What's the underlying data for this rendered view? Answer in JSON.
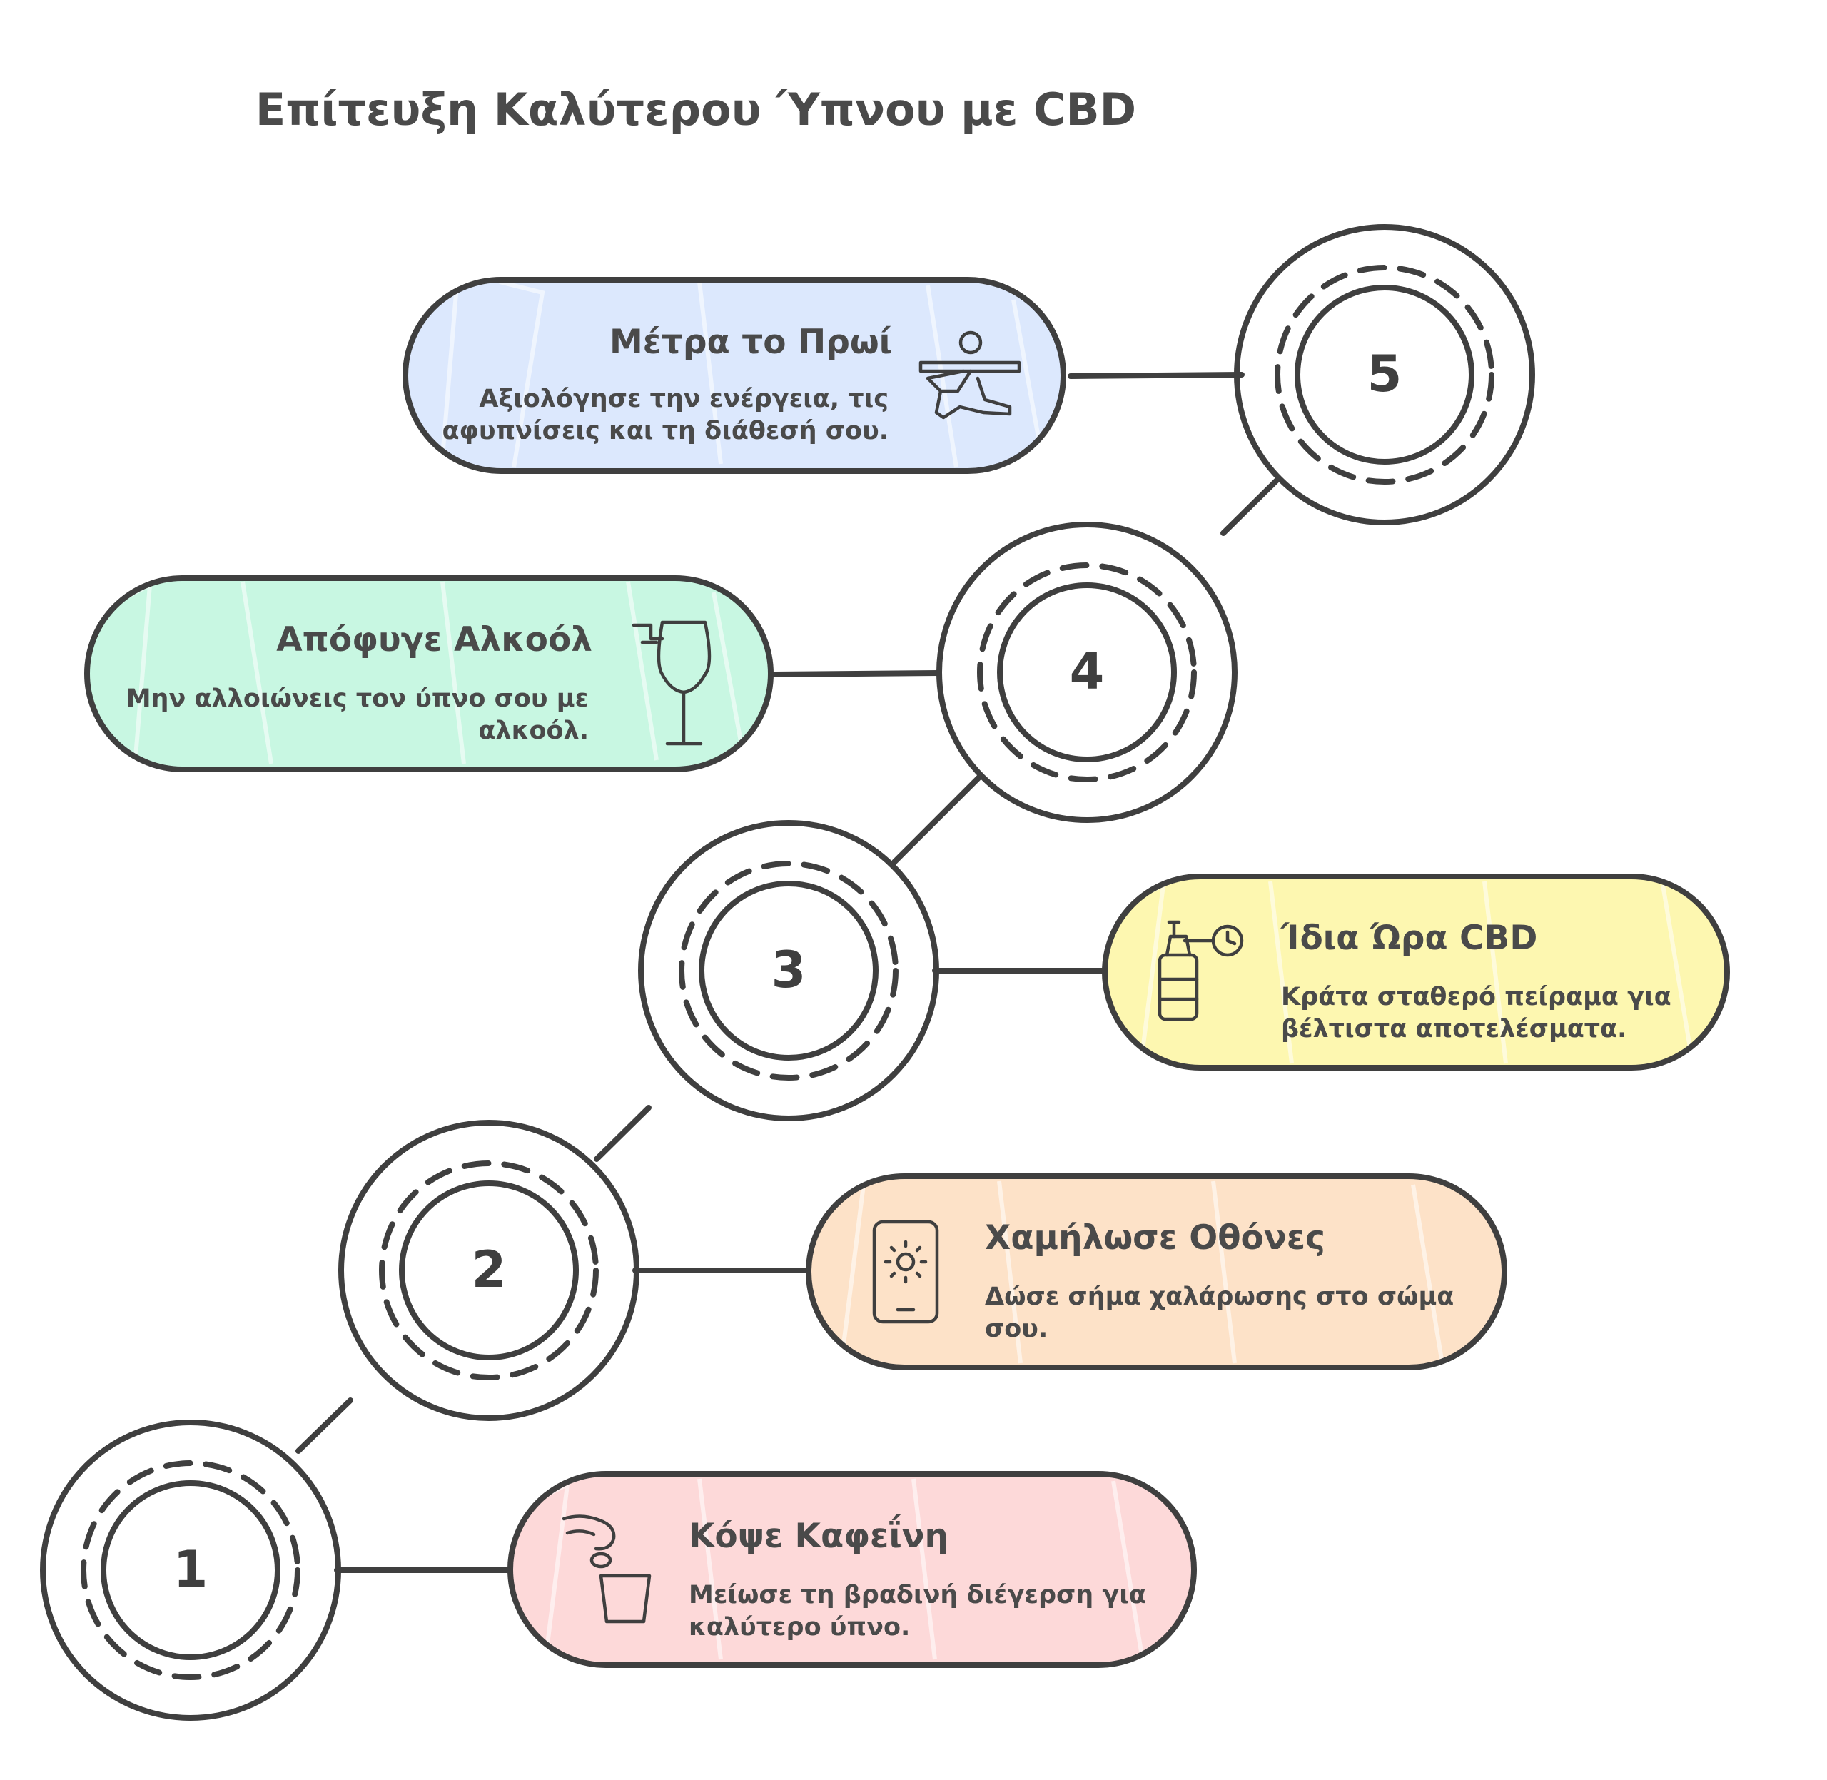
{
  "title": "Επίτευξη Καλύτερου Ύπνου με CBD",
  "steps": [
    {
      "number": "1",
      "title": "Κόψε Καφεΐνη",
      "desc_lines": [
        "Μείωσε τη βραδινή διέγερση για",
        "καλύτερο ύπνο."
      ],
      "icon": "coffee-cup-hand-icon",
      "color": "#fdd9d9"
    },
    {
      "number": "2",
      "title": "Χαμήλωσε Οθόνες",
      "desc_lines": [
        "Δώσε σήμα χαλάρωσης στο σώμα",
        "σου."
      ],
      "icon": "phone-brightness-icon",
      "color": "#fde2c8"
    },
    {
      "number": "3",
      "title": "Ίδια Ώρα CBD",
      "desc_lines": [
        "Κράτα σταθερό πείραμα για",
        "βέλτιστα αποτελέσματα."
      ],
      "icon": "dropper-bottle-clock-icon",
      "color": "#fdf7b0"
    },
    {
      "number": "4",
      "title": "Απόφυγε Αλκοόλ",
      "desc_lines": [
        "Μην αλλοιώνεις τον ύπνο σου με",
        "αλκοόλ."
      ],
      "icon": "wine-glass-icon",
      "color": "#c8f7e2"
    },
    {
      "number": "5",
      "title": "Μέτρα το Πρωί",
      "desc_lines": [
        "Αξιολόγησε την ενέργεια, τις",
        "αφυπνίσεις και τη διάθεσή σου."
      ],
      "icon": "stretching-person-icon",
      "color": "#dce8fd"
    }
  ]
}
